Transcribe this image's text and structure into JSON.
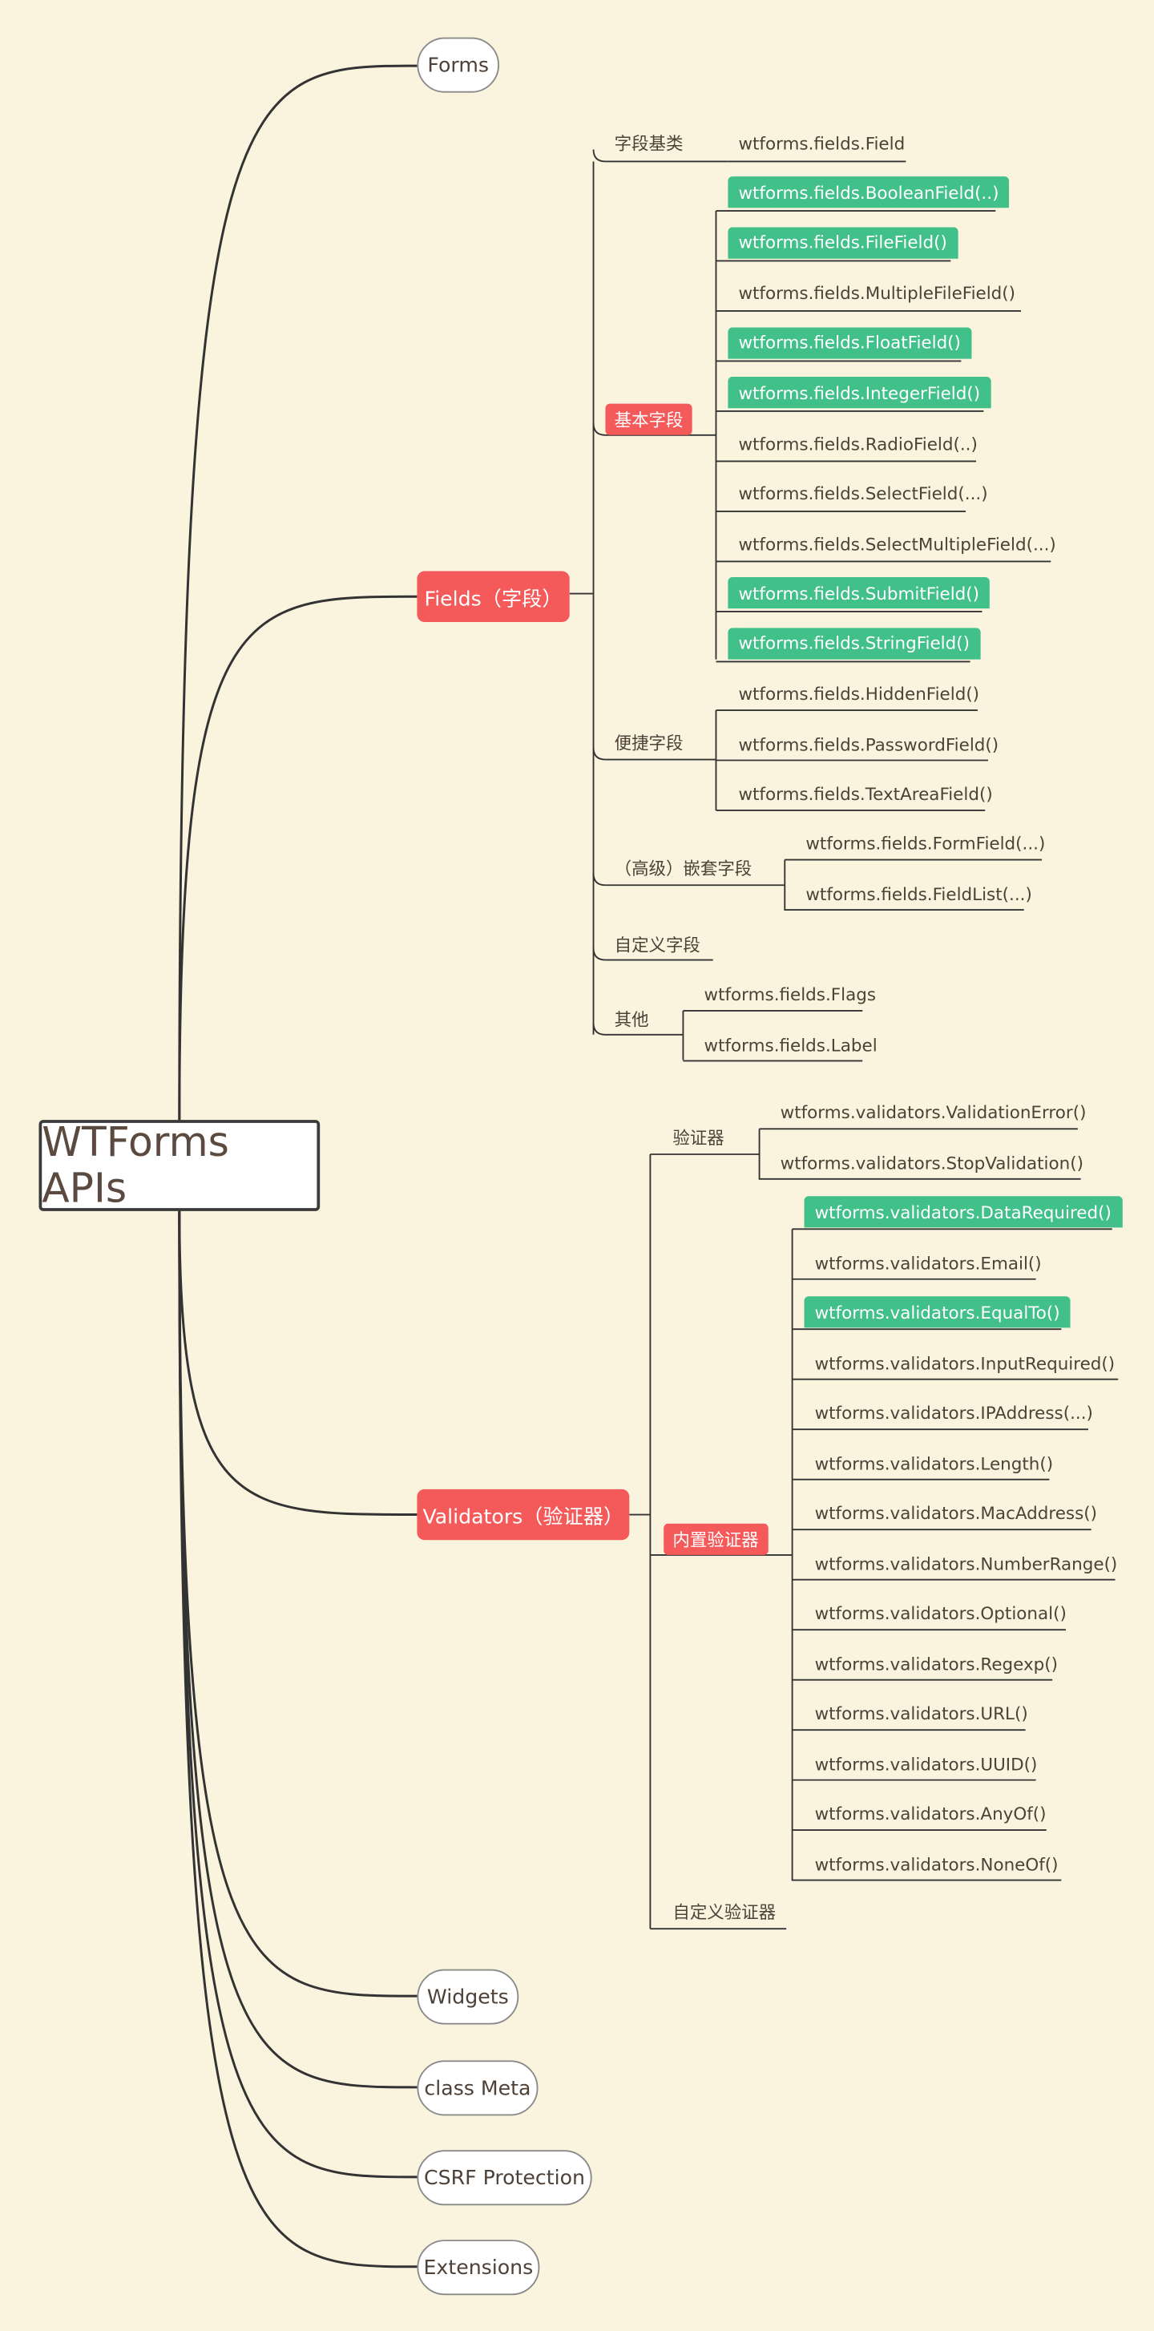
{
  "root": "WTForms APIs",
  "branches": {
    "forms": "Forms",
    "fields": "Fields（字段）",
    "validators": "Validators（验证器）",
    "widgets": "Widgets",
    "class_meta": "class Meta",
    "csrf": "CSRF Protection",
    "extensions": "Extensions"
  },
  "fields": {
    "base_label": "字段基类",
    "base_item": "wtforms.fields.Field",
    "basic_label": "基本字段",
    "basic_items": [
      "wtforms.fields.BooleanField(..)",
      "wtforms.fields.FileField()",
      "wtforms.fields.MultipleFileField()",
      "wtforms.fields.FloatField()",
      "wtforms.fields.IntegerField()",
      "wtforms.fields.RadioField(..)",
      "wtforms.fields.SelectField(...)",
      "wtforms.fields.SelectMultipleField(...)",
      "wtforms.fields.SubmitField()",
      "wtforms.fields.StringField()"
    ],
    "basic_highlighted": [
      true,
      true,
      false,
      true,
      true,
      false,
      false,
      false,
      true,
      true
    ],
    "convenience_label": "便捷字段",
    "convenience_items": [
      "wtforms.fields.HiddenField()",
      "wtforms.fields.PasswordField()",
      "wtforms.fields.TextAreaField()"
    ],
    "nested_label": "（高级）嵌套字段",
    "nested_items": [
      "wtforms.fields.FormField(...)",
      "wtforms.fields.FieldList(...)"
    ],
    "custom_label": "自定义字段",
    "other_label": "其他",
    "other_items": [
      "wtforms.fields.Flags",
      "wtforms.fields.Label"
    ]
  },
  "validators": {
    "base_label": "验证器",
    "base_items": [
      "wtforms.validators.ValidationError()",
      "wtforms.validators.StopValidation()"
    ],
    "builtin_label": "内置验证器",
    "builtin_items": [
      "wtforms.validators.DataRequired()",
      "wtforms.validators.Email()",
      "wtforms.validators.EqualTo()",
      "wtforms.validators.InputRequired()",
      "wtforms.validators.IPAddress(...)",
      "wtforms.validators.Length()",
      "wtforms.validators.MacAddress()",
      "wtforms.validators.NumberRange()",
      "wtforms.validators.Optional()",
      "wtforms.validators.Regexp()",
      "wtforms.validators.URL()",
      "wtforms.validators.UUID()",
      "wtforms.validators.AnyOf()",
      "wtforms.validators.NoneOf()"
    ],
    "builtin_highlighted": [
      true,
      false,
      true,
      false,
      false,
      false,
      false,
      false,
      false,
      false,
      false,
      false,
      false,
      false
    ],
    "custom_label": "自定义验证器"
  },
  "colors": {
    "background": "#faf3de",
    "red": "#f55a5a",
    "green": "#42c08a",
    "line": "#333333",
    "text": "#4e4137"
  }
}
